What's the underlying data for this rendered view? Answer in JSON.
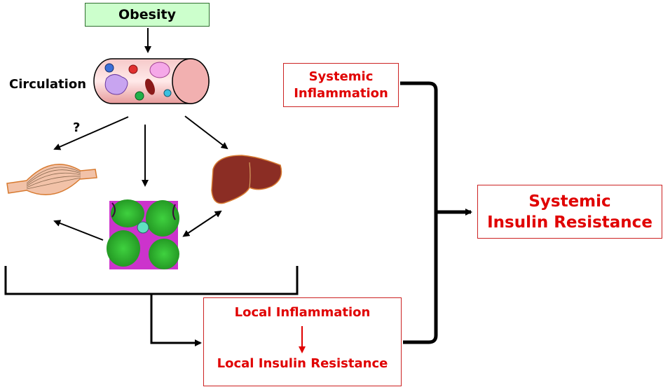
{
  "diagram": {
    "obesity_label": "Obesity",
    "circulation_label": "Circulation",
    "question_mark": "?",
    "systemic_inflammation": {
      "line1": "Systemic",
      "line2": "Inflammation"
    },
    "systemic_insulin_resistance": {
      "line1": "Systemic",
      "line2": "Insulin Resistance"
    },
    "local_box": {
      "top": "Local Inflammation",
      "bottom": "Local Insulin Resistance"
    }
  },
  "colors": {
    "red_text": "#e00000",
    "green_box": "#ccffcc",
    "liver": "#8b2d24",
    "adipose_green": "#2bbf2b",
    "adipose_magenta": "#d12ad1"
  },
  "icons": [
    "blood-vessel-icon",
    "muscle-icon",
    "liver-icon",
    "adipose-tissue-icon"
  ]
}
